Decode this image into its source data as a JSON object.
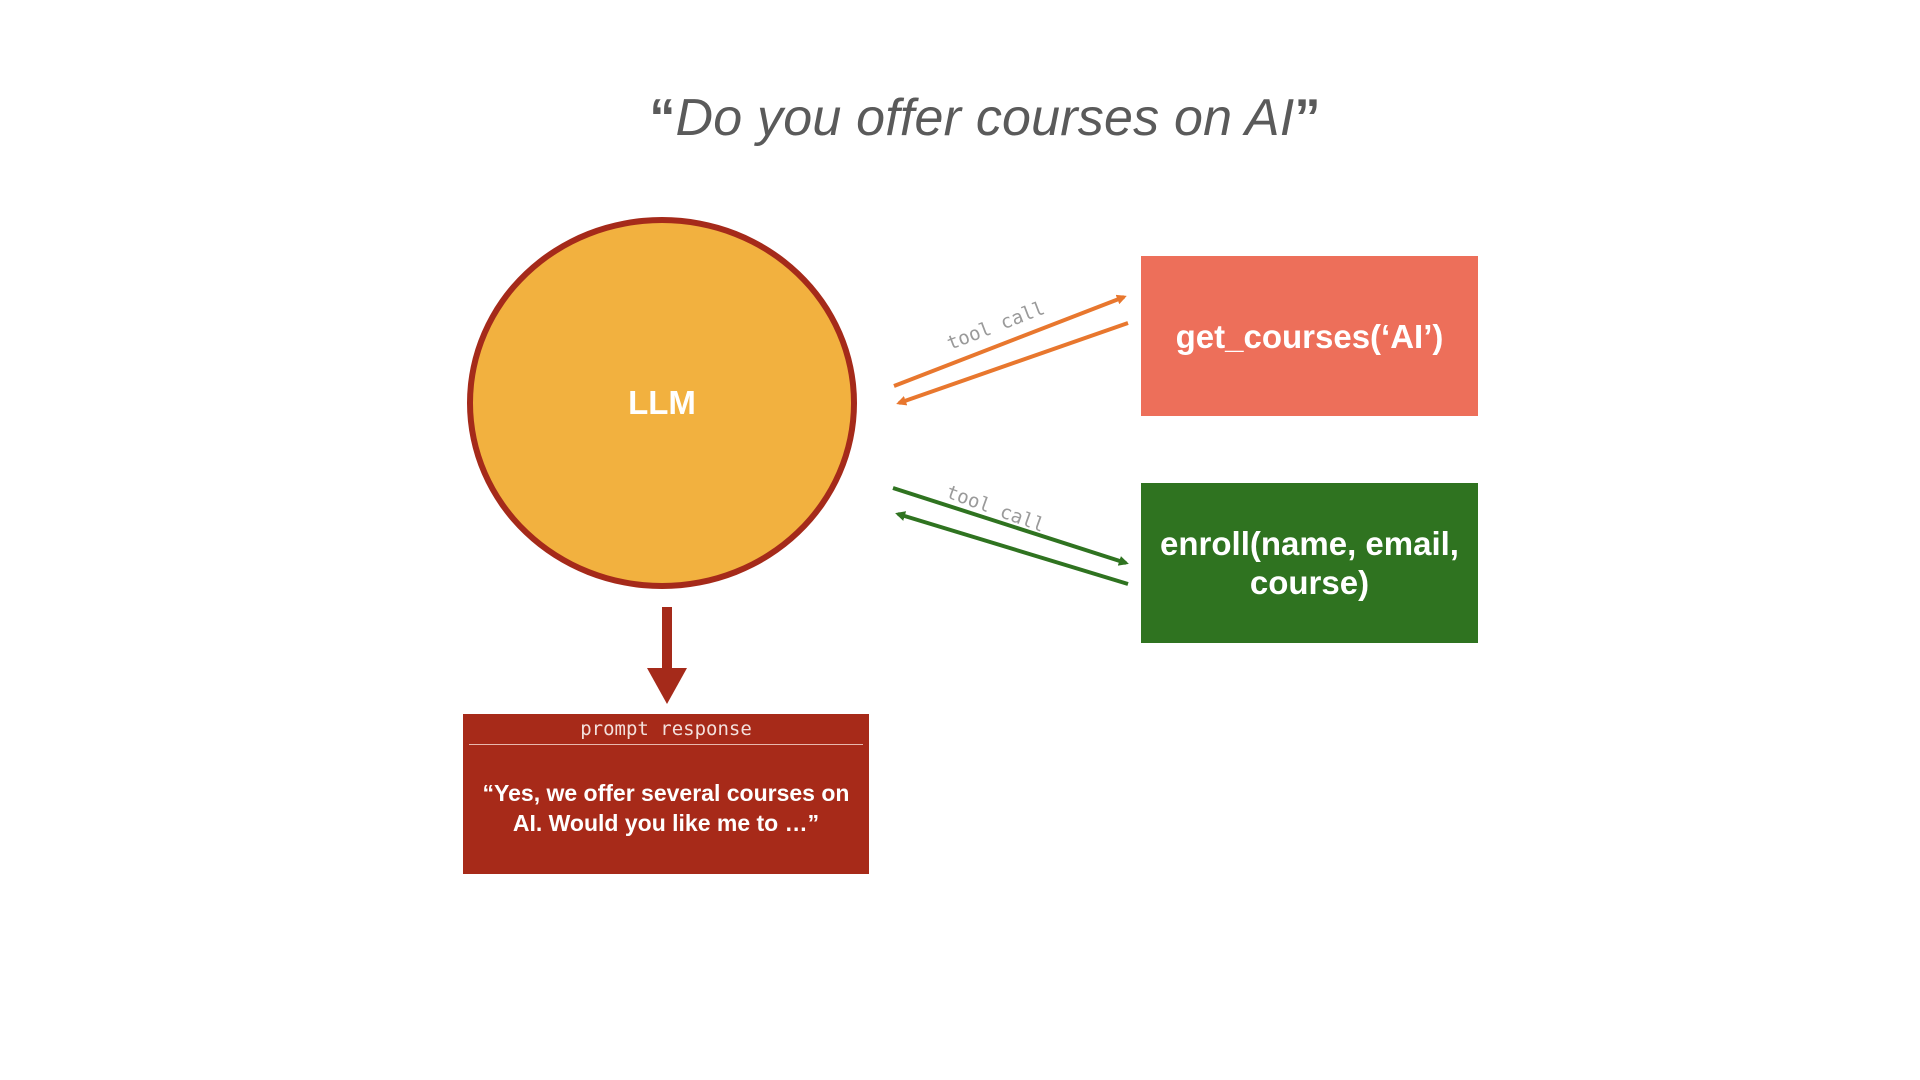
{
  "title": {
    "open_quote": "“",
    "text": "Do you offer courses on AI",
    "close_quote": "”"
  },
  "llm": {
    "label": "LLM"
  },
  "tools": {
    "get_courses": {
      "label": "get_courses(‘AI’)"
    },
    "enroll": {
      "label": "enroll(name, email, course)"
    }
  },
  "connectors": {
    "top_label": "tool call",
    "bottom_label": "tool call"
  },
  "response": {
    "header": "prompt response",
    "text": "“Yes, we offer several courses on AI. Would you like me to …”"
  },
  "colors": {
    "llm_fill": "#f2b13f",
    "llm_border": "#a52a1a",
    "get_courses_fill": "#ed6f5a",
    "enroll_fill": "#2f7320",
    "response_fill": "#a72a19",
    "orange_arrow": "#e8772e",
    "green_arrow": "#2f7320",
    "down_arrow": "#a52a1a"
  }
}
